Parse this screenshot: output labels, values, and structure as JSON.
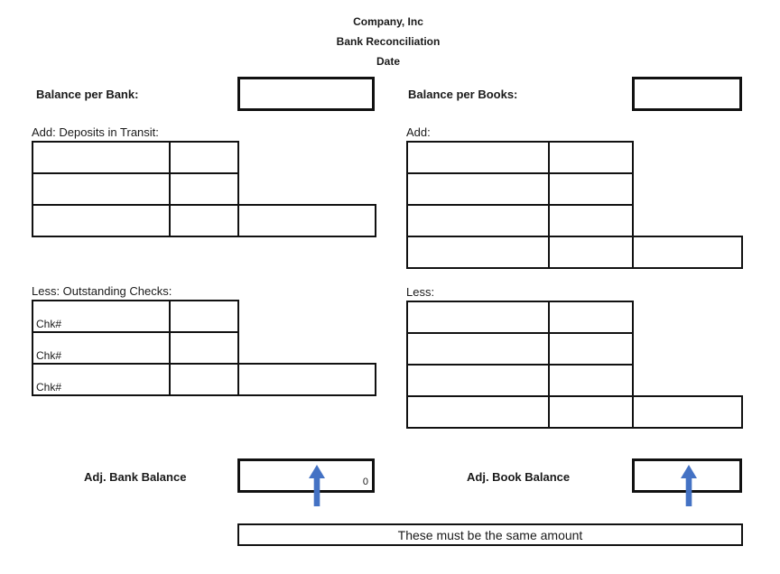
{
  "title": {
    "company": "Company, Inc",
    "report": "Bank Reconciliation",
    "date": "Date"
  },
  "bank": {
    "balance_label": "Balance per Bank:",
    "balance_value": "",
    "add_label": "Add: Deposits in Transit:",
    "less_label": "Less: Outstanding Checks:",
    "check_labels": [
      "Chk#",
      "Chk#",
      "Chk#"
    ],
    "adj_label": "Adj. Bank Balance",
    "adj_value": "0"
  },
  "books": {
    "balance_label": "Balance per Books:",
    "balance_value": "",
    "add_label": "Add:",
    "less_label": "Less:",
    "adj_label": "Adj. Book Balance",
    "adj_value": ""
  },
  "footer": {
    "note": "These must be the same amount"
  },
  "colors": {
    "arrow": "#4472C4",
    "border": "#111111"
  }
}
